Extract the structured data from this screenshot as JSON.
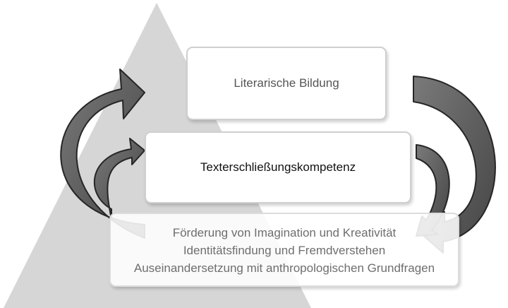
{
  "diagram": {
    "top_box": {
      "label": "Literarische Bildung"
    },
    "middle_box": {
      "label": "Texterschließungskompetenz"
    },
    "bottom_box": {
      "lines": [
        "Förderung von Imagination und Kreativität",
        "Identitätsfindung und Fremdverstehen",
        "Auseinandersetzung mit anthropologischen Grundfragen"
      ]
    },
    "colors": {
      "pyramid": "#d6d6d6",
      "arrow_fill": "#5c5c5c",
      "arrow_stroke": "#262626",
      "box_border": "#cfcfcf"
    }
  }
}
